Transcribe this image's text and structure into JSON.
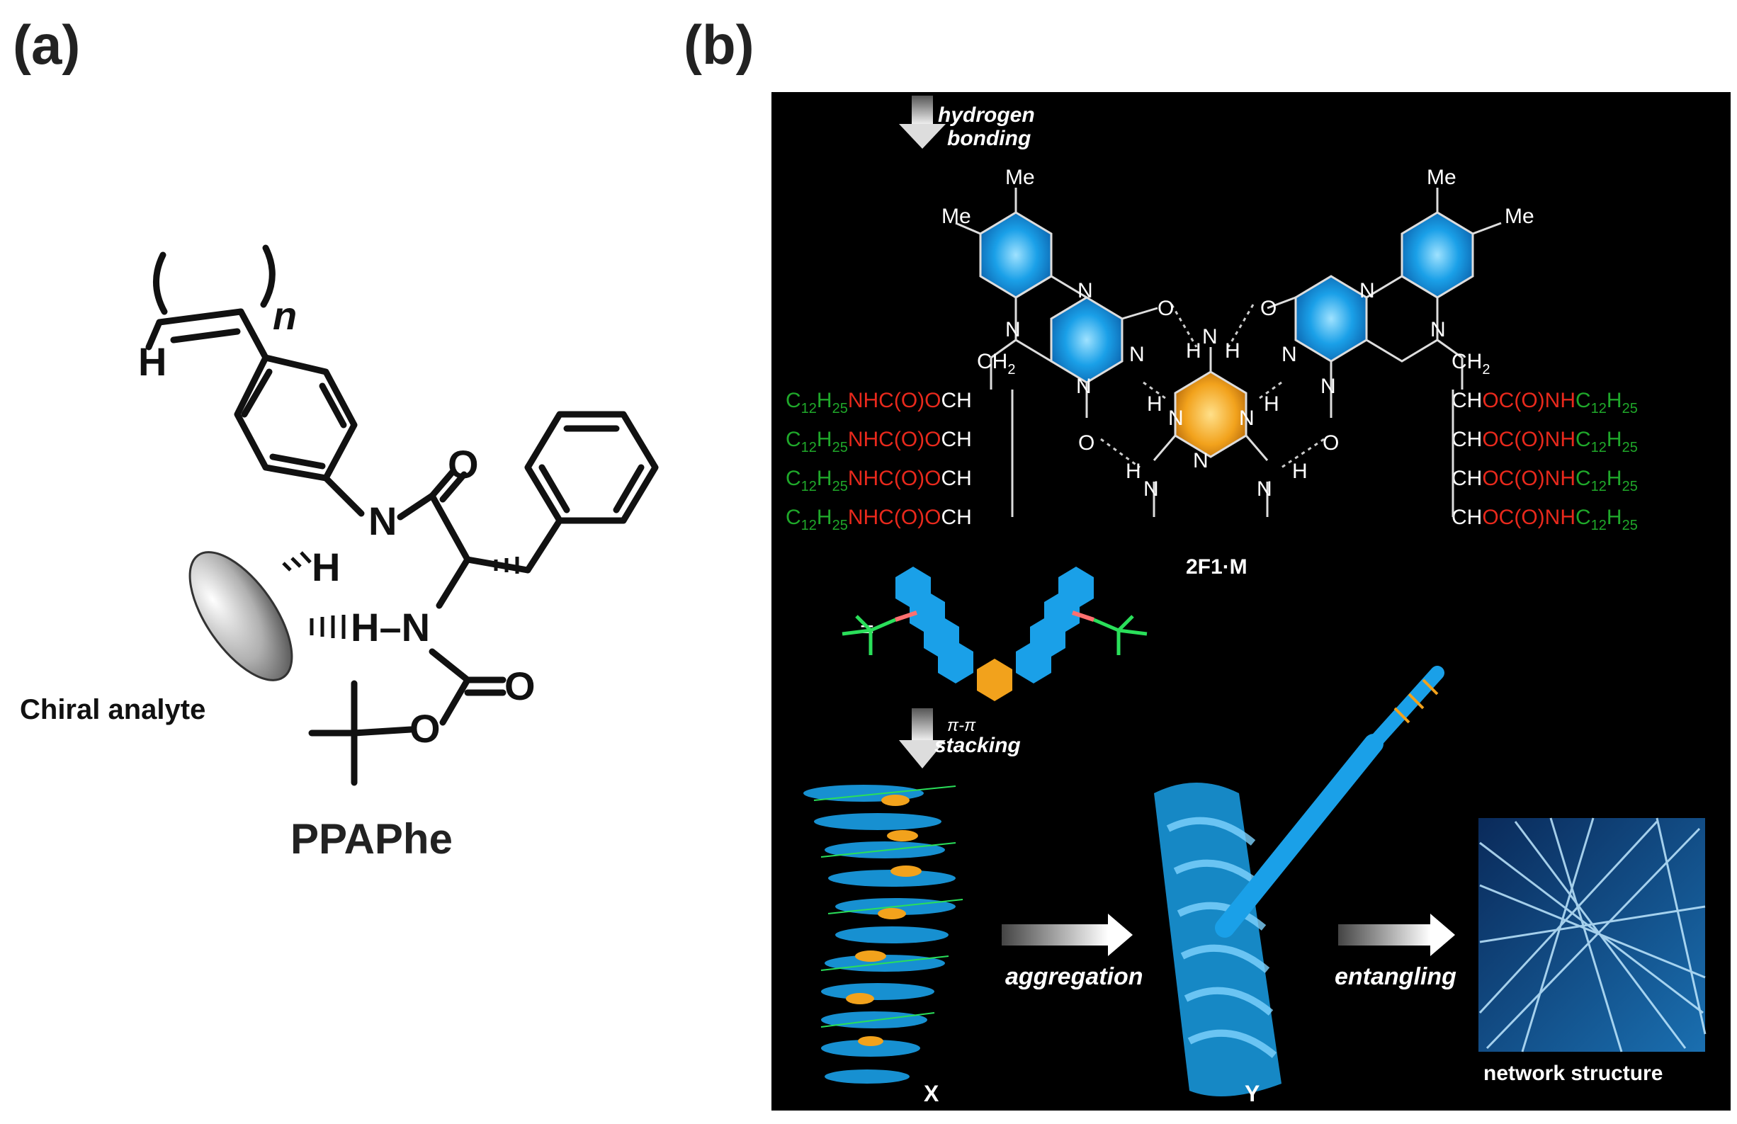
{
  "panel_labels": {
    "a": "(a)",
    "b": "(b)"
  },
  "panel_a": {
    "h_label": "H",
    "n_label": "n",
    "oxygen_label": "O",
    "nitrogen_label": "N",
    "hydrogen_label": "H",
    "nh_label": "H–N",
    "analyte_label": "Chiral analyte",
    "compound_name": "PPAPhe"
  },
  "panel_b": {
    "step1_label_line1": "hydrogen",
    "step1_label_line2": "bonding",
    "methyl": "Me",
    "ring_n": "N",
    "ring_o": "O",
    "ring_h": "H",
    "ch2": "CH",
    "ch2_sub": "2",
    "left_chain": {
      "c": "C",
      "c_sub1": "12",
      "h": "H",
      "h_sub": "25",
      "red": "NHC(O)O",
      "tail": "CH"
    },
    "right_chain": {
      "head": "CH",
      "red": "OC(O)NH",
      "c": "C",
      "c_sub": "12",
      "h": "H",
      "h_sub": "25"
    },
    "complex_label": "2F1·M",
    "equals": "=",
    "step2_label_line1": "π-π",
    "step2_label_line2": "stacking",
    "aggregation_label": "aggregation",
    "entangling_label": "entangling",
    "label_x": "X",
    "label_y": "Y",
    "network_label": "network structure",
    "colors": {
      "blue": "#1aa0e8",
      "orange": "#f2a21c",
      "red_text": "#e8291c",
      "green_text": "#1fa82a",
      "background": "#000000"
    }
  }
}
